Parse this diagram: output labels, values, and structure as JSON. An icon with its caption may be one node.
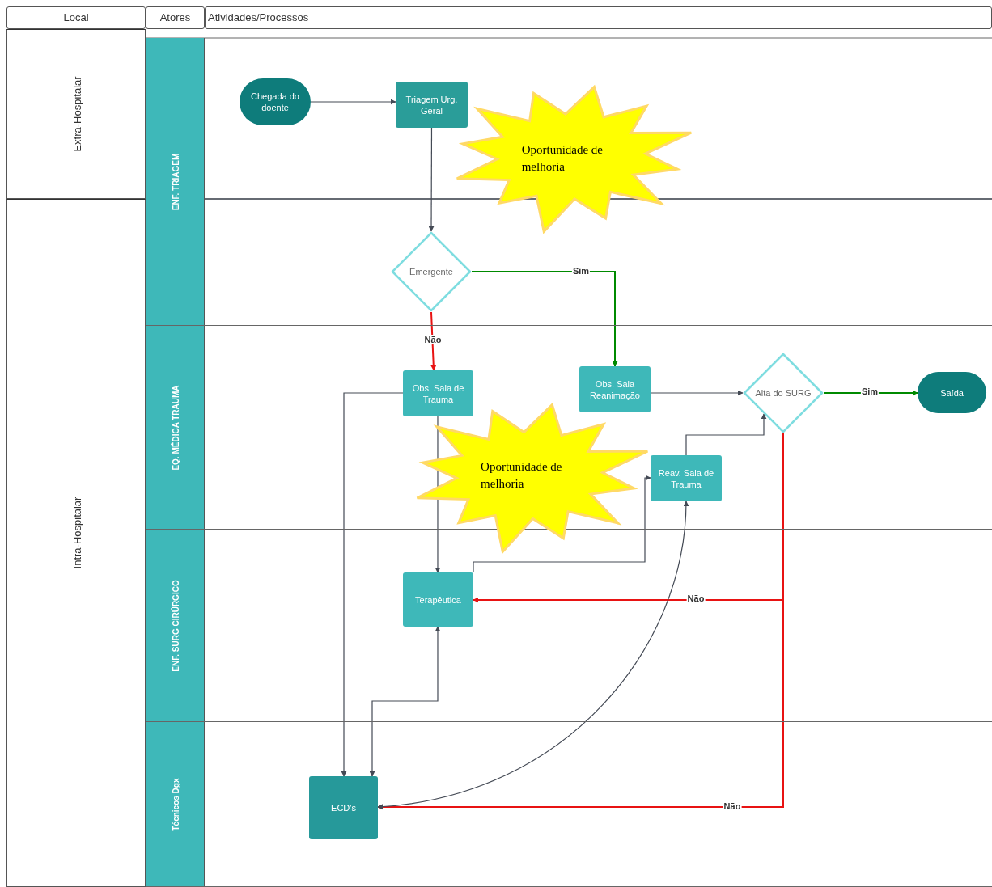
{
  "diagram": {
    "nodes": [
      {
        "text": [
          "Local"
        ]
      },
      {
        "text": [
          "Atores"
        ]
      },
      {
        "text": [
          "Atividades/Processos"
        ]
      },
      {
        "text": [
          "Extra-Hospitalar"
        ]
      },
      {
        "text": [
          "Intra-Hospitalar"
        ]
      },
      {
        "text": [
          "ENF. TRIAGEM"
        ]
      },
      {
        "text": [
          "EQ. MÉDICA TRAUMA"
        ]
      },
      {
        "text": [
          "ENF. SURG CIRÚRGICO"
        ]
      },
      {
        "text": [
          "Técnicos Dgx"
        ]
      },
      {
        "text": [
          "Chegada do doente"
        ],
        "in": 5
      },
      {
        "text": [
          "Triagem Urg. Geral"
        ],
        "in": 5
      },
      {
        "text": [
          "Oportunidade de melhoria"
        ],
        "in": 5
      },
      {
        "text": [
          "Emergente"
        ],
        "in": 5
      },
      {
        "text": [
          "Obs. Sala de Trauma"
        ],
        "in": 6
      },
      {
        "text": [
          "Obs. Sala Reanimação"
        ],
        "in": 6
      },
      {
        "text": [
          "Alta do SURG"
        ],
        "in": 6
      },
      {
        "text": [
          "Saída"
        ],
        "in": 6
      },
      {
        "text": [
          "Oportunidade de melhoria"
        ]
      },
      {
        "text": [
          "Reav. Sala de Trauma"
        ],
        "in": 6
      },
      {
        "text": [
          "Terapêutica"
        ],
        "in": 7
      },
      {
        "text": [
          "ECD's"
        ],
        "in": 8
      }
    ],
    "edges": [
      {
        "from": 9,
        "to": 10,
        "arrow": "to"
      },
      {
        "from": 10,
        "to": 12,
        "arrow": "to"
      },
      {
        "from": 12,
        "to": 14,
        "arrow": "to",
        "label": "Sim",
        "color": "#008a00"
      },
      {
        "from": 12,
        "to": 13,
        "arrow": "to",
        "label": "Não",
        "color": "#e81313"
      },
      {
        "from": 14,
        "to": 15,
        "arrow": "to"
      },
      {
        "from": 15,
        "to": 16,
        "arrow": "to",
        "label": "Sim",
        "color": "#008a00"
      },
      {
        "from": 13,
        "to": 20,
        "arrow": "to"
      },
      {
        "from": 13,
        "to": 19,
        "arrow": "to"
      },
      {
        "from": 19,
        "to": 18,
        "arrow": "to"
      },
      {
        "from": 18,
        "to": 15,
        "arrow": "to"
      },
      {
        "from": 15,
        "to": 19,
        "arrow": "to",
        "label": "Não",
        "color": "#e81313"
      },
      {
        "from": 15,
        "to": 20,
        "arrow": "to",
        "label": "Não",
        "color": "#e81313"
      },
      {
        "from": 19,
        "to": 20,
        "arrow": "both"
      },
      {
        "from": 20,
        "to": 18,
        "arrow": "both"
      }
    ]
  }
}
